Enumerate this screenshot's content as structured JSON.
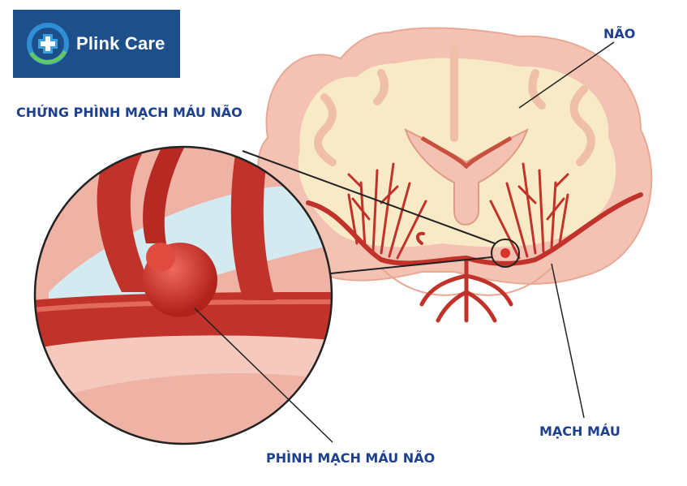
{
  "brand": {
    "name": "Plink Care",
    "logo_icon": "medical-cross-globe-icon",
    "background_color": "#1d4f8a"
  },
  "title": "CHỨNG PHÌNH MẠCH MÁU NÃO",
  "labels": {
    "brain": "NÃO",
    "blood_vessel": "MẠCH MÁU",
    "aneurysm": "PHÌNH MẠCH MÁU NÃO"
  },
  "colors": {
    "label_text": "#1c3f8f",
    "brain_outer": "#f3c4b4",
    "brain_inner": "#f8e9c4",
    "vessel": "#c0322a",
    "aneurysm": "#d9342b"
  }
}
